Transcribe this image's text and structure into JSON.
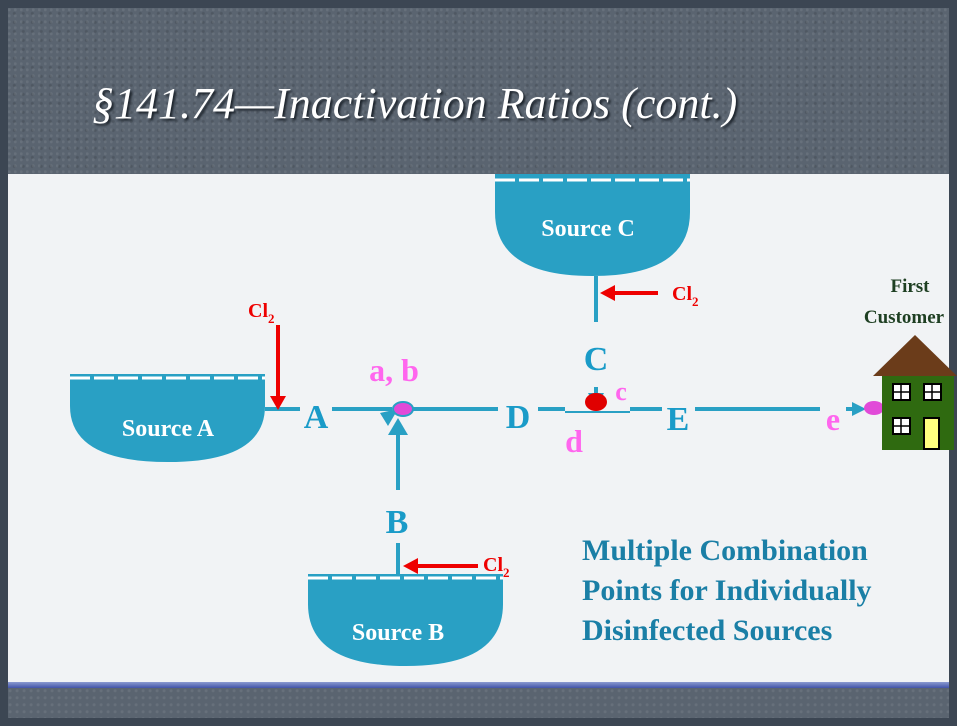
{
  "slide": {
    "title": "§141.74—Inactivation Ratios (cont.)",
    "caption": [
      "Multiple Combination",
      "Points for Individually",
      "Disinfected Sources"
    ]
  },
  "sources": {
    "a": "Source A",
    "b": "Source B",
    "c": "Source C"
  },
  "segments": {
    "A": "A",
    "B": "B",
    "C": "C",
    "D": "D",
    "E": "E"
  },
  "points": {
    "ab": "a, b",
    "c": "c",
    "d": "d",
    "e": "e"
  },
  "chlorine": {
    "symbol": "Cl",
    "subscript": "2"
  },
  "customer": {
    "line1": "First",
    "line2": "Customer"
  },
  "colors": {
    "pipe": "#29a0c4",
    "tank": "#29a0c4",
    "chlorine": "#ee0000",
    "point_label": "#ff66ee",
    "caption": "#1a7fa6",
    "house_wall": "#2f6a10",
    "house_roof": "#6b3c1a"
  }
}
